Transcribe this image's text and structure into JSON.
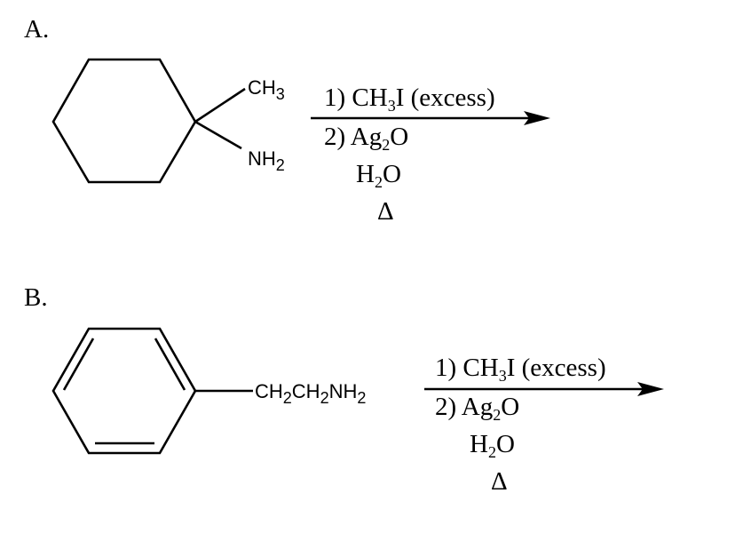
{
  "problem_a": {
    "label": "A.",
    "substituent_top": {
      "main": "CH",
      "sub": "3"
    },
    "substituent_bottom": {
      "main": "NH",
      "sub": "2"
    },
    "conditions": {
      "step1": {
        "pre": "1) CH",
        "sub": "3",
        "post": "I (excess)"
      },
      "step2": {
        "pre": "2) Ag",
        "sub": "2",
        "post": "O"
      },
      "step3": {
        "pre": "H",
        "sub": "2",
        "post": "O"
      },
      "step4": "Δ"
    }
  },
  "problem_b": {
    "label": "B.",
    "substituent": {
      "p1": "CH",
      "s1": "2",
      "p2": "CH",
      "s2": "2",
      "p3": "NH",
      "s3": "2"
    },
    "conditions": {
      "step1": {
        "pre": "1) CH",
        "sub": "3",
        "post": "I (excess)"
      },
      "step2": {
        "pre": "2) Ag",
        "sub": "2",
        "post": "O"
      },
      "step3": {
        "pre": "H",
        "sub": "2",
        "post": "O"
      },
      "step4": "Δ"
    }
  }
}
